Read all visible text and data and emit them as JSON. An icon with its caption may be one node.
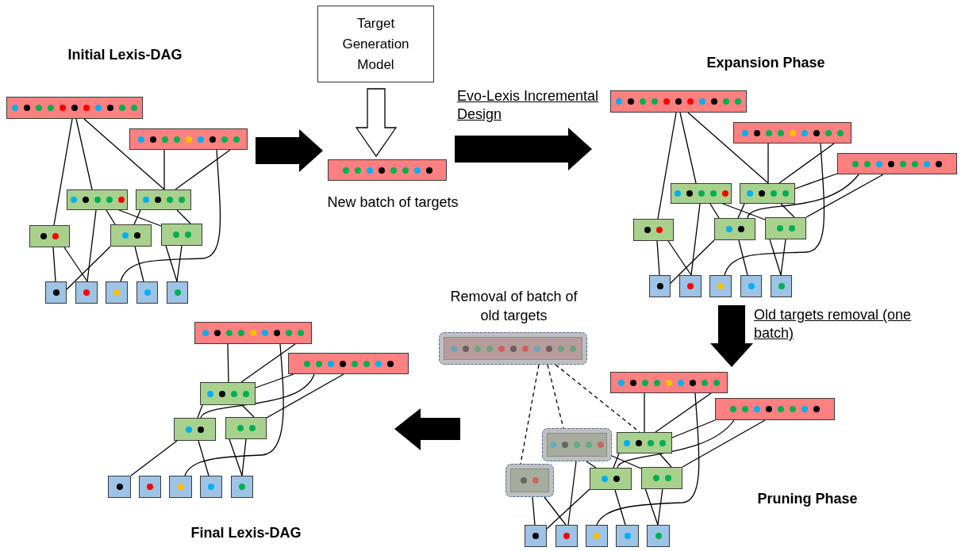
{
  "diagram": {
    "nodes": [
      {
        "text": [
          "Target Generation Model"
        ]
      },
      {
        "text": [],
        "shape": "box",
        "beside": [
          "New batch of targets"
        ]
      },
      {
        "text": [],
        "shape": "box"
      },
      {
        "text": [],
        "shape": "box"
      },
      {
        "text": [],
        "shape": "box"
      },
      {
        "text": [],
        "shape": "box"
      },
      {
        "text": [],
        "shape": "box"
      },
      {
        "text": [],
        "shape": "box"
      },
      {
        "text": [],
        "shape": "box"
      },
      {
        "text": [],
        "shape": "box"
      },
      {
        "text": [],
        "shape": "box"
      },
      {
        "text": [],
        "shape": "box"
      },
      {
        "text": [],
        "shape": "box"
      },
      {
        "text": [],
        "shape": "box"
      },
      {
        "text": [],
        "shape": "box"
      },
      {
        "text": [],
        "shape": "box"
      },
      {
        "text": [],
        "shape": "box"
      },
      {
        "text": [],
        "shape": "box"
      },
      {
        "text": [],
        "shape": "box"
      },
      {
        "text": [],
        "shape": "box"
      },
      {
        "text": [],
        "shape": "box"
      },
      {
        "text": [],
        "shape": "box"
      },
      {
        "text": [],
        "shape": "box"
      },
      {
        "text": [],
        "shape": "box"
      },
      {
        "text": [],
        "shape": "box"
      },
      {
        "text": [],
        "shape": "box"
      },
      {
        "text": [],
        "shape": "box"
      },
      {
        "text": [],
        "shape": "box",
        "beside": [
          "Removal of batch of old targets"
        ]
      },
      {
        "text": [],
        "shape": "box"
      },
      {
        "text": [],
        "shape": "box"
      },
      {
        "text": [],
        "shape": "box"
      },
      {
        "text": [],
        "shape": "box"
      },
      {
        "text": [],
        "shape": "box"
      },
      {
        "text": [],
        "shape": "box"
      },
      {
        "text": [],
        "shape": "box"
      },
      {
        "text": [],
        "shape": "box"
      },
      {
        "text": [],
        "shape": "box"
      },
      {
        "text": [],
        "shape": "box"
      },
      {
        "text": [],
        "shape": "box"
      },
      {
        "text": [],
        "shape": "box"
      },
      {
        "text": [],
        "shape": "box"
      },
      {
        "text": [],
        "shape": "box"
      },
      {
        "text": [],
        "shape": "box"
      },
      {
        "text": [],
        "shape": "box"
      },
      {
        "text": [],
        "shape": "box"
      },
      {
        "text": [],
        "shape": "box"
      },
      {
        "text": [],
        "shape": "box"
      },
      {
        "text": [],
        "shape": "box"
      },
      {
        "text": [],
        "shape": "box"
      },
      {
        "text": [],
        "shape": "box"
      }
    ],
    "edges": [
      {
        "from": 0,
        "to": 1,
        "arrow": "to"
      },
      {
        "from": 2,
        "to": 6,
        "arrow": "none"
      },
      {
        "from": 2,
        "to": 4,
        "arrow": "none"
      },
      {
        "from": 2,
        "to": 5,
        "arrow": "none"
      },
      {
        "from": 3,
        "to": 5,
        "arrow": "none"
      },
      {
        "from": 3,
        "to": 5,
        "arrow": "none"
      },
      {
        "from": 3,
        "to": 11,
        "arrow": "none"
      },
      {
        "from": 4,
        "to": 10,
        "arrow": "none"
      },
      {
        "from": 4,
        "to": 7,
        "arrow": "none"
      },
      {
        "from": 4,
        "to": 8,
        "arrow": "none"
      },
      {
        "from": 5,
        "to": 7,
        "arrow": "none"
      },
      {
        "from": 5,
        "to": 8,
        "arrow": "none"
      },
      {
        "from": 6,
        "to": 9,
        "arrow": "none"
      },
      {
        "from": 6,
        "to": 10,
        "arrow": "none"
      },
      {
        "from": 7,
        "to": 9,
        "arrow": "none"
      },
      {
        "from": 7,
        "to": 12,
        "arrow": "none"
      },
      {
        "from": 8,
        "to": 13,
        "arrow": "none"
      },
      {
        "from": 8,
        "to": 13,
        "arrow": "none"
      },
      {
        "from": 14,
        "to": 18,
        "arrow": "none"
      },
      {
        "from": 14,
        "to": 16,
        "arrow": "none"
      },
      {
        "from": 14,
        "to": 17,
        "arrow": "none"
      },
      {
        "from": 15,
        "to": 17,
        "arrow": "none"
      },
      {
        "from": 15,
        "to": 17,
        "arrow": "none"
      },
      {
        "from": 15,
        "to": 23,
        "arrow": "none"
      },
      {
        "from": 16,
        "to": 22,
        "arrow": "none"
      },
      {
        "from": 16,
        "to": 19,
        "arrow": "none"
      },
      {
        "from": 16,
        "to": 20,
        "arrow": "none"
      },
      {
        "from": 17,
        "to": 19,
        "arrow": "none"
      },
      {
        "from": 17,
        "to": 20,
        "arrow": "none"
      },
      {
        "from": 18,
        "to": 21,
        "arrow": "none"
      },
      {
        "from": 18,
        "to": 22,
        "arrow": "none"
      },
      {
        "from": 19,
        "to": 21,
        "arrow": "none"
      },
      {
        "from": 19,
        "to": 24,
        "arrow": "none"
      },
      {
        "from": 20,
        "to": 25,
        "arrow": "none"
      },
      {
        "from": 20,
        "to": 25,
        "arrow": "none"
      },
      {
        "from": 26,
        "to": 17,
        "arrow": "none"
      },
      {
        "from": 26,
        "to": 19,
        "arrow": "none"
      },
      {
        "from": 26,
        "to": 20,
        "arrow": "none"
      },
      {
        "from": 27,
        "to": 32,
        "arrow": "none",
        "style": "dashed"
      },
      {
        "from": 27,
        "to": 30,
        "arrow": "none",
        "style": "dashed"
      },
      {
        "from": 27,
        "to": 31,
        "arrow": "none",
        "style": "dashed"
      },
      {
        "from": 28,
        "to": 31,
        "arrow": "none"
      },
      {
        "from": 28,
        "to": 31,
        "arrow": "none"
      },
      {
        "from": 28,
        "to": 37,
        "arrow": "none"
      },
      {
        "from": 29,
        "to": 31,
        "arrow": "none"
      },
      {
        "from": 29,
        "to": 33,
        "arrow": "none"
      },
      {
        "from": 29,
        "to": 34,
        "arrow": "none"
      },
      {
        "from": 31,
        "to": 33,
        "arrow": "none"
      },
      {
        "from": 31,
        "to": 34,
        "arrow": "none"
      },
      {
        "from": 30,
        "to": 36,
        "arrow": "none"
      },
      {
        "from": 30,
        "to": 33,
        "arrow": "none"
      },
      {
        "from": 30,
        "to": 34,
        "arrow": "none"
      },
      {
        "from": 32,
        "to": 35,
        "arrow": "none"
      },
      {
        "from": 32,
        "to": 36,
        "arrow": "none"
      },
      {
        "from": 33,
        "to": 35,
        "arrow": "none"
      },
      {
        "from": 33,
        "to": 38,
        "arrow": "none"
      },
      {
        "from": 34,
        "to": 39,
        "arrow": "none"
      },
      {
        "from": 34,
        "to": 39,
        "arrow": "none"
      },
      {
        "from": 40,
        "to": 42,
        "arrow": "none"
      },
      {
        "from": 40,
        "to": 42,
        "arrow": "none"
      },
      {
        "from": 40,
        "to": 47,
        "arrow": "none"
      },
      {
        "from": 41,
        "to": 42,
        "arrow": "none"
      },
      {
        "from": 41,
        "to": 43,
        "arrow": "none"
      },
      {
        "from": 41,
        "to": 44,
        "arrow": "none"
      },
      {
        "from": 42,
        "to": 43,
        "arrow": "none"
      },
      {
        "from": 42,
        "to": 44,
        "arrow": "none"
      },
      {
        "from": 43,
        "to": 45,
        "arrow": "none"
      },
      {
        "from": 43,
        "to": 48,
        "arrow": "none"
      },
      {
        "from": 44,
        "to": 49,
        "arrow": "none"
      },
      {
        "from": 44,
        "to": 49,
        "arrow": "none"
      },
      {
        "from": 3,
        "to": 1,
        "arrow": "to",
        "style": "thick"
      },
      {
        "from": 1,
        "to": null,
        "arrow": "to",
        "style": "thick",
        "label": "Evo-Lexis Incremental Design"
      },
      {
        "from": 23,
        "to": 28,
        "arrow": "to",
        "style": "thick",
        "label": "Old targets removal (one batch)"
      }
    ],
    "labels": [
      "Initial Lexis-DAG",
      "Expansion Phase",
      "Pruning Phase",
      "Final Lexis-DAG"
    ]
  }
}
